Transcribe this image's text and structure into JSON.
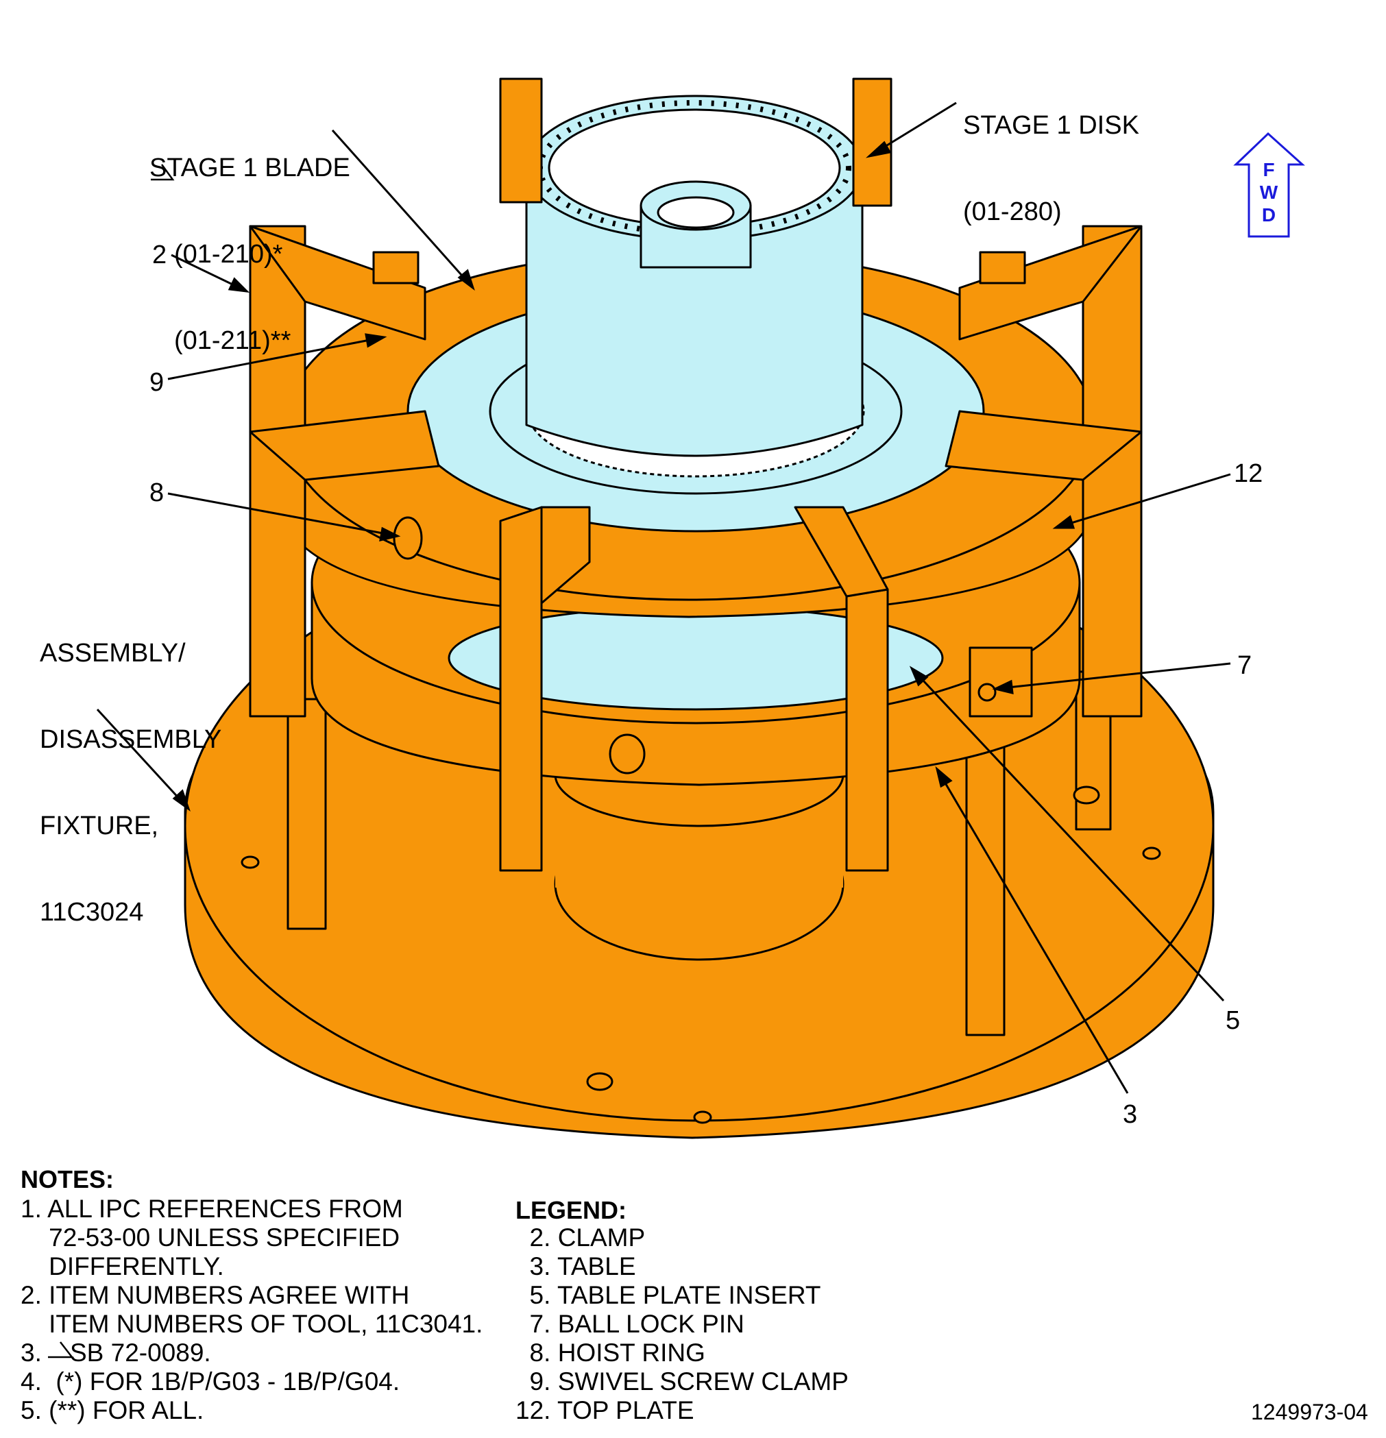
{
  "callouts": {
    "stage1_disk": [
      "STAGE 1 DISK",
      "(01-280)"
    ],
    "stage1_blade": [
      "STAGE 1 BLADE",
      "(01-210)*",
      "(01-211)**"
    ],
    "fixture": [
      "ASSEMBLY/",
      "DISASSEMBLY",
      "FIXTURE,",
      "11C3024"
    ],
    "item_2": "2",
    "item_9": "9",
    "item_8": "8",
    "item_12": "12",
    "item_7": "7",
    "item_5": "5",
    "item_3": "3"
  },
  "fwd_indicator": {
    "letters": [
      "F",
      "W",
      "D"
    ],
    "color": "#1a1adb"
  },
  "notes": {
    "heading": "NOTES:",
    "lines": [
      "1. ALL IPC REFERENCES FROM",
      "    72-53-00 UNLESS SPECIFIED",
      "    DIFFERENTLY.",
      "2. ITEM NUMBERS AGREE WITH",
      "    ITEM NUMBERS OF TOOL, 11C3041.",
      "3.    SB 72-0089.",
      "4.  (*) FOR 1B/P/G03 - 1B/P/G04.",
      "5. (**) FOR ALL."
    ]
  },
  "legend": {
    "heading": "LEGEND:",
    "lines": [
      "  2. CLAMP",
      "  3. TABLE",
      "  5. TABLE PLATE INSERT",
      "  7. BALL LOCK PIN",
      "  8. HOIST RING",
      "  9. SWIVEL SCREW CLAMP",
      "12. TOP PLATE"
    ]
  },
  "figure_number": "1249973-04",
  "colors": {
    "fixture": "#f7960a",
    "disk": "#c3f1f7",
    "outline": "#000000"
  }
}
